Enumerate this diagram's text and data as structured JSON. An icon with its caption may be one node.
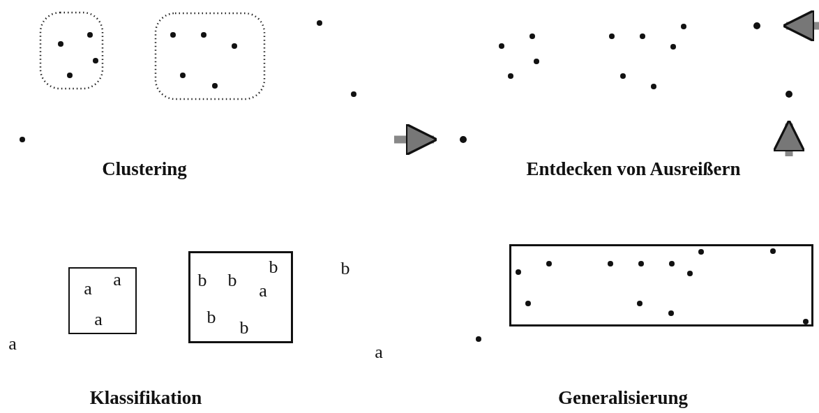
{
  "diagram": {
    "nodes": [
      {
        "text": [],
        "shape": "box"
      },
      {
        "text": [],
        "shape": "box"
      },
      {
        "text": [],
        "shape": "circle"
      },
      {
        "text": [],
        "shape": "circle"
      },
      {
        "text": [],
        "shape": "circle"
      },
      {
        "text": [
          "a",
          "a",
          "a"
        ]
      },
      {
        "text": [
          "b",
          "b",
          "b",
          "a",
          "b",
          "b"
        ]
      },
      {
        "text": [],
        "shape": "box"
      }
    ],
    "edges": [
      {
        "from": null,
        "to": 2,
        "arrow": "to"
      },
      {
        "from": null,
        "to": 3,
        "arrow": "to"
      },
      {
        "from": null,
        "to": 4,
        "arrow": "to"
      }
    ],
    "labels": [
      "Clustering",
      "Entdecken von Ausreißern",
      "b",
      "a",
      "a",
      "Klassifikation",
      "Generalisierung"
    ]
  }
}
